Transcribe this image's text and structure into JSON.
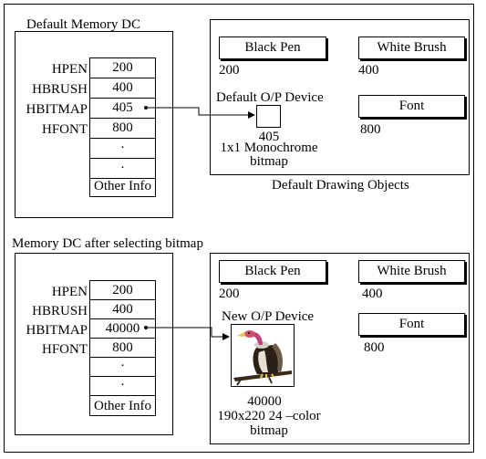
{
  "panel1": {
    "title": "Default Memory DC",
    "handles": [
      "HPEN",
      "HBRUSH",
      "HBITMAP",
      "HFONT"
    ],
    "values": [
      "200",
      "400",
      "405",
      "800"
    ],
    "dots": [
      ".",
      ".",
      "."
    ],
    "other": "Other Info",
    "objects": {
      "pen": "Black Pen",
      "pen_val": "200",
      "brush": "White Brush",
      "brush_val": "400",
      "device": "Default O/P Device",
      "font": "Font",
      "font_val": "800",
      "bitmap_val": "405",
      "bitmap_desc1": "1x1 Monochrome",
      "bitmap_desc2": "bitmap"
    },
    "caption": "Default Drawing Objects"
  },
  "panel2": {
    "title": "Memory DC after selecting bitmap",
    "handles": [
      "HPEN",
      "HBRUSH",
      "HBITMAP",
      "HFONT"
    ],
    "values": [
      "200",
      "400",
      "40000",
      "800"
    ],
    "dots": [
      ".",
      ".",
      "."
    ],
    "other": "Other Info",
    "objects": {
      "pen": "Black Pen",
      "pen_val": "200",
      "brush": "White Brush",
      "brush_val": "400",
      "device": "New O/P Device",
      "font": "Font",
      "font_val": "800",
      "bitmap_val": "40000",
      "bitmap_desc1": "190x220 24 –color",
      "bitmap_desc2": "bitmap"
    }
  }
}
